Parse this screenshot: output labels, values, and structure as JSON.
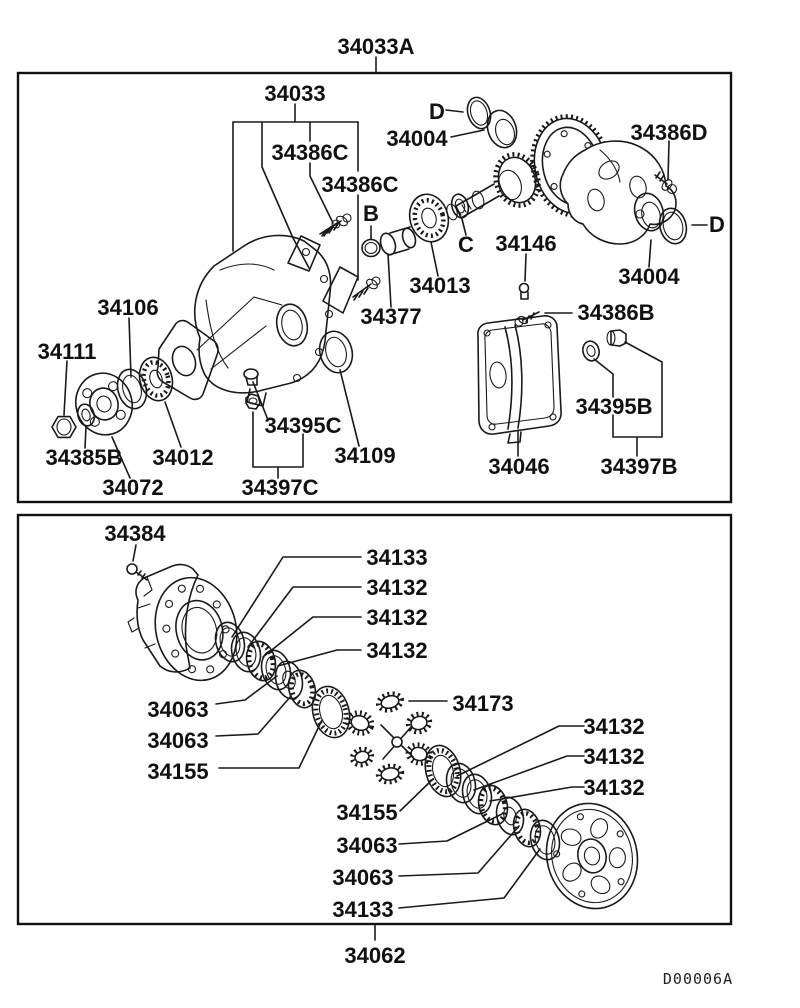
{
  "diagram": {
    "upper_assembly_code": "34033A",
    "lower_assembly_code": "34062",
    "doc_code": "D00006A",
    "upper_labels": [
      "34033",
      "34386C",
      "34386C",
      "B",
      "D",
      "34004",
      "34013",
      "34377",
      "C",
      "34146",
      "34386D",
      "D",
      "34004",
      "34106",
      "34111",
      "34385B",
      "34012",
      "34072",
      "34395C",
      "34397C",
      "34109",
      "34386B",
      "34046",
      "34395B",
      "34397B"
    ],
    "lower_labels": [
      "34384",
      "34133",
      "34132",
      "34132",
      "34132",
      "34173",
      "34063",
      "34063",
      "34155",
      "34132",
      "34132",
      "34132",
      "34155",
      "34063",
      "34063",
      "34133"
    ]
  }
}
